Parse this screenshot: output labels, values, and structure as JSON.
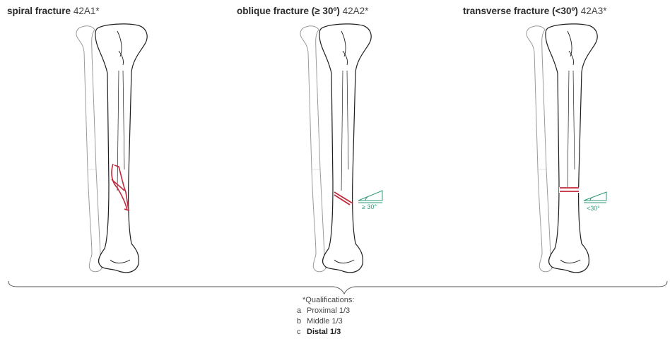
{
  "panels": [
    {
      "type": "spiral fracture",
      "qualifier": "",
      "code": "42A1*"
    },
    {
      "type": "oblique fracture",
      "qualifier": "(≥ 30º)",
      "code": "42A2*"
    },
    {
      "type": "transverse fracture",
      "qualifier": "(<30º)",
      "code": "42A3*"
    }
  ],
  "angles": {
    "oblique": "≥ 30°",
    "transverse": "<30°"
  },
  "qualifications": {
    "heading": "*Qualifications:",
    "items": [
      {
        "letter": "a",
        "label": "Proximal 1/3",
        "emphasized": false
      },
      {
        "letter": "b",
        "label": "Middle 1/3",
        "emphasized": false
      },
      {
        "letter": "c",
        "label": "Distal 1/3",
        "emphasized": true
      }
    ]
  },
  "colors": {
    "fracture": "#c0283c",
    "angle": "#2e9a78",
    "bone": "#1e1e1e",
    "fibula": "#9a9a9a"
  }
}
